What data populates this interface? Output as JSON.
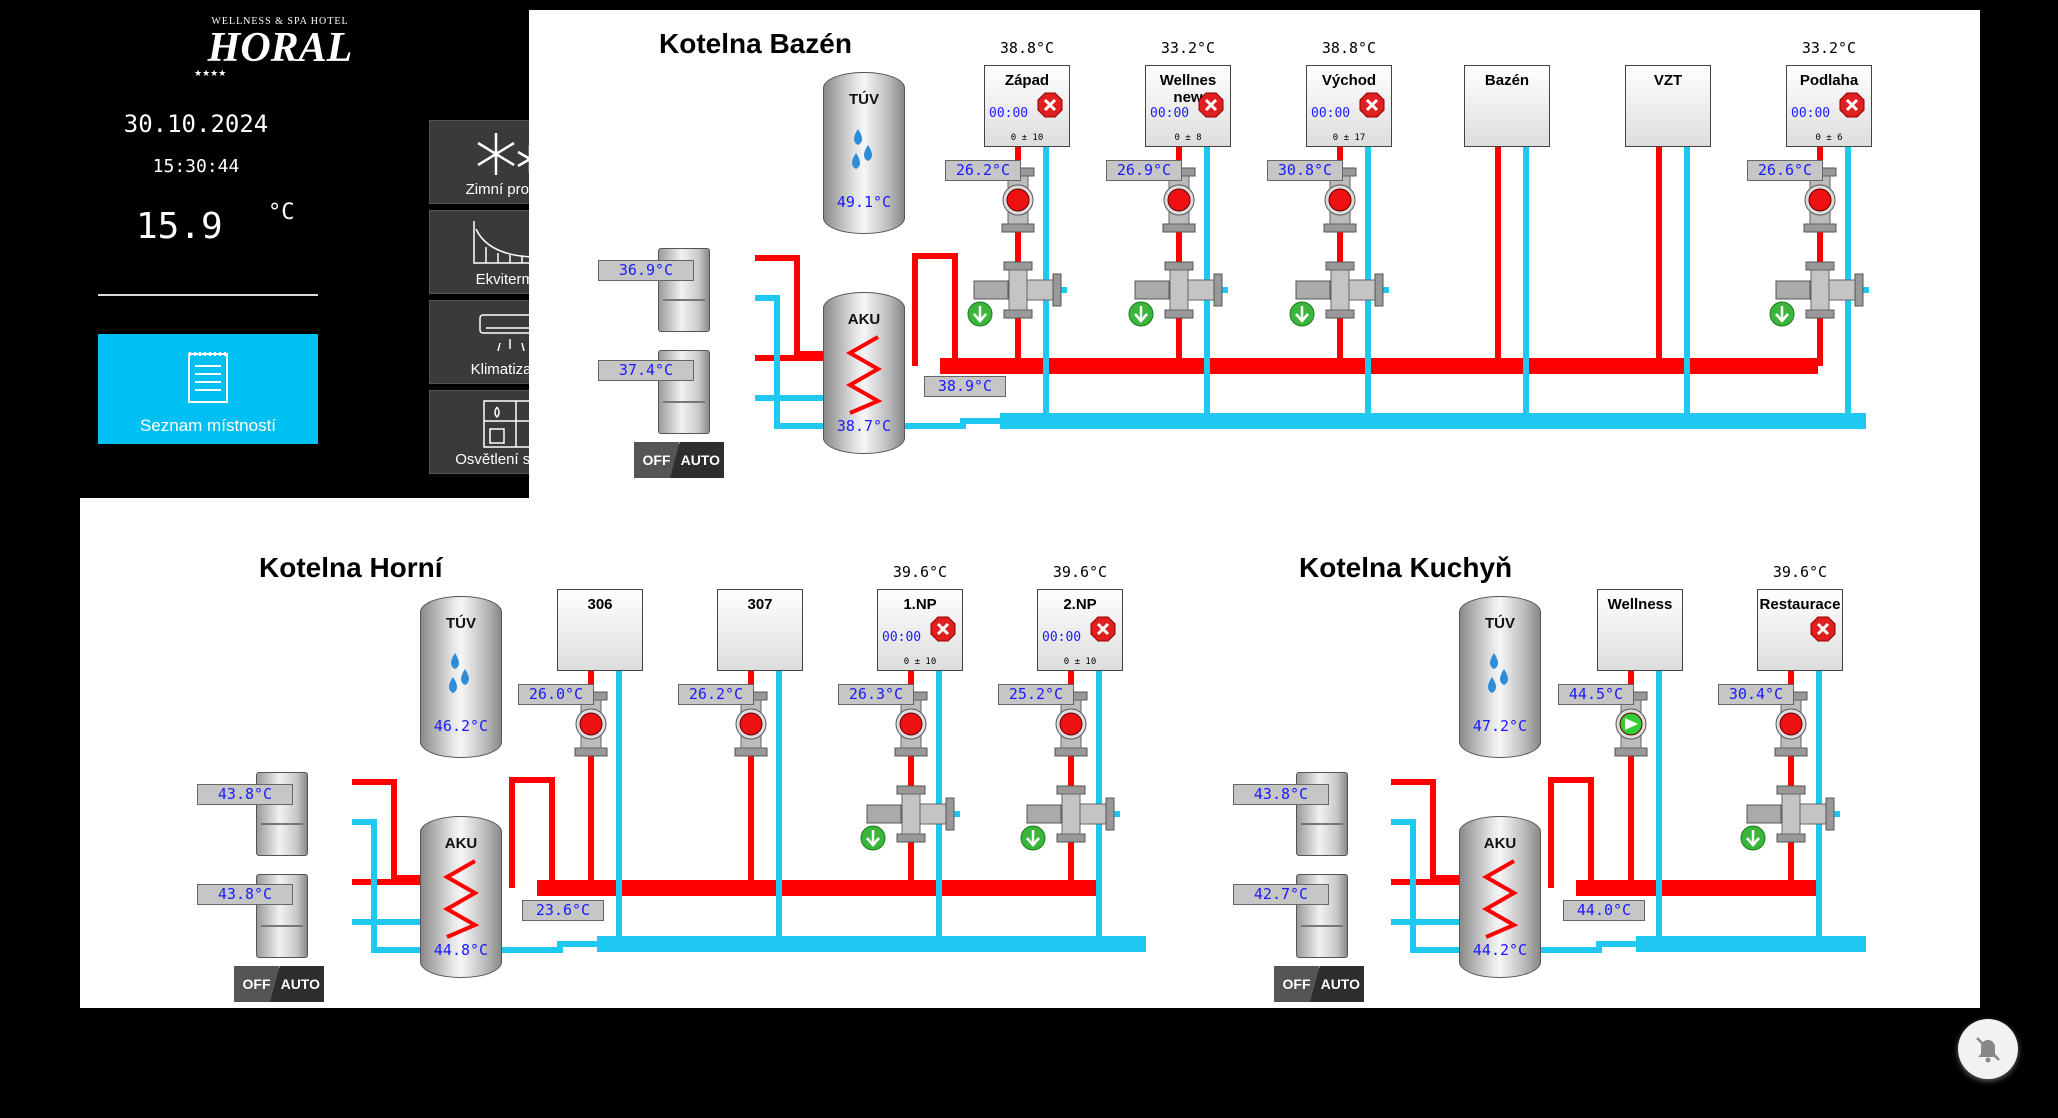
{
  "header": {
    "logo_top": "WELLNESS & SPA HOTEL",
    "logo_name": "HORAL",
    "logo_stars": "★★★★",
    "date": "30.10.2024",
    "time": "15:30:44",
    "outdoor_temp": "15.9",
    "outdoor_unit": "°C"
  },
  "sidebar": {
    "room_list_label": "Seznam místností",
    "buttons": [
      {
        "label": "Zimní provoz",
        "icon": "snowflake-icon"
      },
      {
        "label": "Ekviterma",
        "icon": "curve-chart-icon"
      },
      {
        "label": "Klimatizace",
        "icon": "air-conditioner-icon"
      },
      {
        "label": "Osvětlení sauny",
        "icon": "sauna-light-icon"
      }
    ]
  },
  "colors": {
    "hot": "#ff0000",
    "cold": "#1ec8f0",
    "value": "#1a1aff",
    "accent": "#00bff3"
  },
  "bazen": {
    "title": "Kotelna Bazén",
    "tuv": {
      "name": "TÚV",
      "temp": "49.1°C"
    },
    "aku": {
      "name": "AKU",
      "temp": "38.7°C"
    },
    "boiler1": "36.9°C",
    "boiler2": "37.4°C",
    "supply": "38.9°C",
    "toggle": {
      "off": "OFF",
      "auto": "AUTO"
    },
    "rooms": [
      {
        "name": "Západ",
        "setpoint": "38.8°C",
        "time": "00:00",
        "small": "0 ± 10",
        "circuit": "26.2°C"
      },
      {
        "name": "Wellnes new",
        "setpoint": "33.2°C",
        "time": "00:00",
        "small": "0 ± 8",
        "circuit": "26.9°C"
      },
      {
        "name": "Východ",
        "setpoint": "38.8°C",
        "time": "00:00",
        "small": "0 ± 17",
        "circuit": "30.8°C"
      },
      {
        "name": "Bazén",
        "setpoint": "",
        "time": "",
        "small": "",
        "circuit": ""
      },
      {
        "name": "VZT",
        "setpoint": "",
        "time": "",
        "small": "",
        "circuit": ""
      },
      {
        "name": "Podlaha",
        "setpoint": "33.2°C",
        "time": "00:00",
        "small": "0 ± 6",
        "circuit": "26.6°C"
      }
    ]
  },
  "horni": {
    "title": "Kotelna Horní",
    "tuv": {
      "name": "TÚV",
      "temp": "46.2°C"
    },
    "aku": {
      "name": "AKU",
      "temp": "44.8°C"
    },
    "boiler1": "43.8°C",
    "boiler2": "43.8°C",
    "supply": "23.6°C",
    "toggle": {
      "off": "OFF",
      "auto": "AUTO"
    },
    "rooms": [
      {
        "name": "306",
        "setpoint": "",
        "time": "",
        "small": "",
        "circuit": "26.0°C"
      },
      {
        "name": "307",
        "setpoint": "",
        "time": "",
        "small": "",
        "circuit": "26.2°C"
      },
      {
        "name": "1.NP",
        "setpoint": "39.6°C",
        "time": "00:00",
        "small": "0 ± 10",
        "circuit": "26.3°C"
      },
      {
        "name": "2.NP",
        "setpoint": "39.6°C",
        "time": "00:00",
        "small": "0 ± 10",
        "circuit": "25.2°C"
      }
    ]
  },
  "kuchyn": {
    "title": "Kotelna Kuchyň",
    "tuv": {
      "name": "TÚV",
      "temp": "47.2°C"
    },
    "aku": {
      "name": "AKU",
      "temp": "44.2°C"
    },
    "boiler1": "43.8°C",
    "boiler2": "42.7°C",
    "supply": "44.0°C",
    "toggle": {
      "off": "OFF",
      "auto": "AUTO"
    },
    "rooms": [
      {
        "name": "Wellness",
        "setpoint": "",
        "time": "",
        "small": "",
        "circuit": "44.5°C"
      },
      {
        "name": "Restaurace",
        "setpoint": "39.6°C",
        "time": "",
        "small": "",
        "circuit": "30.4°C"
      }
    ]
  }
}
